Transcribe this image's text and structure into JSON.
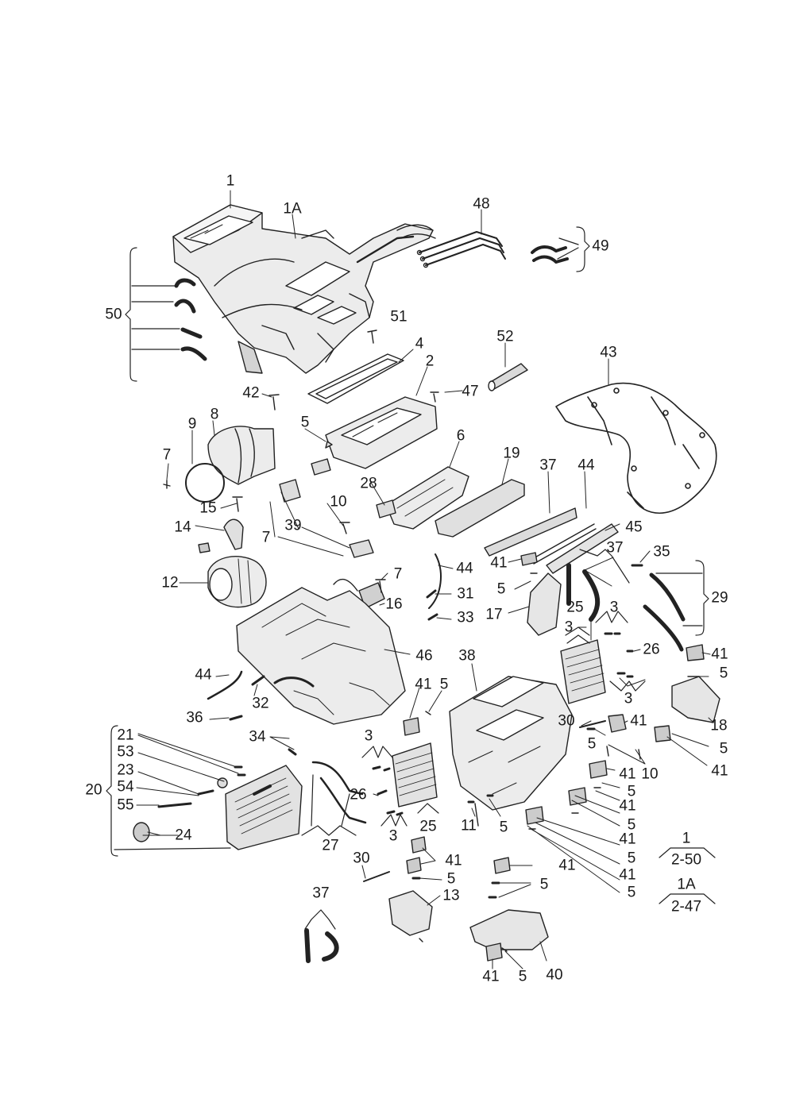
{
  "colors": {
    "line": "#222222",
    "part_fill": "#ececec",
    "part_dark": "#b9b9b9",
    "background": "#ffffff"
  },
  "callouts": [
    {
      "id": "c1",
      "text": "1"
    },
    {
      "id": "c1a",
      "text": "1A"
    },
    {
      "id": "c48",
      "text": "48"
    },
    {
      "id": "c49",
      "text": "49"
    },
    {
      "id": "c50",
      "text": "50"
    },
    {
      "id": "c51",
      "text": "51"
    },
    {
      "id": "c4",
      "text": "4"
    },
    {
      "id": "c52",
      "text": "52"
    },
    {
      "id": "c2",
      "text": "2"
    },
    {
      "id": "c43",
      "text": "43"
    },
    {
      "id": "c47",
      "text": "47"
    },
    {
      "id": "c42",
      "text": "42"
    },
    {
      "id": "c8",
      "text": "8"
    },
    {
      "id": "c9",
      "text": "9"
    },
    {
      "id": "c5a",
      "text": "5"
    },
    {
      "id": "c6",
      "text": "6"
    },
    {
      "id": "c7a",
      "text": "7"
    },
    {
      "id": "c28",
      "text": "28"
    },
    {
      "id": "c19",
      "text": "19"
    },
    {
      "id": "c37a",
      "text": "37"
    },
    {
      "id": "c44a",
      "text": "44"
    },
    {
      "id": "c15",
      "text": "15"
    },
    {
      "id": "c10a",
      "text": "10"
    },
    {
      "id": "c45",
      "text": "45"
    },
    {
      "id": "c14",
      "text": "14"
    },
    {
      "id": "c39",
      "text": "39"
    },
    {
      "id": "c7b",
      "text": "7"
    },
    {
      "id": "c37b",
      "text": "37"
    },
    {
      "id": "c35",
      "text": "35"
    },
    {
      "id": "c41a",
      "text": "41"
    },
    {
      "id": "c44b",
      "text": "44"
    },
    {
      "id": "c12",
      "text": "12"
    },
    {
      "id": "c7c",
      "text": "7"
    },
    {
      "id": "c5b",
      "text": "5"
    },
    {
      "id": "c29",
      "text": "29"
    },
    {
      "id": "c16",
      "text": "16"
    },
    {
      "id": "c31",
      "text": "31"
    },
    {
      "id": "c33",
      "text": "33"
    },
    {
      "id": "c17",
      "text": "17"
    },
    {
      "id": "c25a",
      "text": "25"
    },
    {
      "id": "c3a",
      "text": "3"
    },
    {
      "id": "c3b",
      "text": "3"
    },
    {
      "id": "c46",
      "text": "46"
    },
    {
      "id": "c38",
      "text": "38"
    },
    {
      "id": "c26a",
      "text": "26"
    },
    {
      "id": "c41b",
      "text": "41"
    },
    {
      "id": "c5c",
      "text": "5"
    },
    {
      "id": "c44c",
      "text": "44"
    },
    {
      "id": "c41c",
      "text": "41"
    },
    {
      "id": "c5d",
      "text": "5"
    },
    {
      "id": "c3c",
      "text": "3"
    },
    {
      "id": "c32",
      "text": "32"
    },
    {
      "id": "c18",
      "text": "18"
    },
    {
      "id": "c36",
      "text": "36"
    },
    {
      "id": "c30a",
      "text": "30"
    },
    {
      "id": "c41d",
      "text": "41"
    },
    {
      "id": "c5e",
      "text": "5"
    },
    {
      "id": "c5f",
      "text": "5"
    },
    {
      "id": "c21",
      "text": "21"
    },
    {
      "id": "c34",
      "text": "34"
    },
    {
      "id": "c3d",
      "text": "3"
    },
    {
      "id": "c10b",
      "text": "10"
    },
    {
      "id": "c41e",
      "text": "41"
    },
    {
      "id": "c53",
      "text": "53"
    },
    {
      "id": "c41f",
      "text": "41"
    },
    {
      "id": "c23",
      "text": "23"
    },
    {
      "id": "c20",
      "text": "20"
    },
    {
      "id": "c54",
      "text": "54"
    },
    {
      "id": "c5g",
      "text": "5"
    },
    {
      "id": "c26b",
      "text": "26"
    },
    {
      "id": "c41g",
      "text": "41"
    },
    {
      "id": "c55",
      "text": "55"
    },
    {
      "id": "c5h",
      "text": "5"
    },
    {
      "id": "c11",
      "text": "11"
    },
    {
      "id": "c5i",
      "text": "5"
    },
    {
      "id": "c41h",
      "text": "41"
    },
    {
      "id": "c24",
      "text": "24"
    },
    {
      "id": "c3e",
      "text": "3"
    },
    {
      "id": "c25b",
      "text": "25"
    },
    {
      "id": "c27",
      "text": "27"
    },
    {
      "id": "c5j",
      "text": "5"
    },
    {
      "id": "c41i",
      "text": "41"
    },
    {
      "id": "c30b",
      "text": "30"
    },
    {
      "id": "c41j",
      "text": "41"
    },
    {
      "id": "c41k",
      "text": "41"
    },
    {
      "id": "c5k",
      "text": "5"
    },
    {
      "id": "c5l",
      "text": "5"
    },
    {
      "id": "c5m",
      "text": "5"
    },
    {
      "id": "c13",
      "text": "13"
    },
    {
      "id": "c37c",
      "text": "37"
    },
    {
      "id": "c40",
      "text": "40"
    },
    {
      "id": "c41l",
      "text": "41"
    },
    {
      "id": "c5n",
      "text": "5"
    },
    {
      "id": "c41m",
      "text": "41"
    }
  ],
  "references": [
    {
      "part": "1",
      "range": "2-50"
    },
    {
      "part": "1A",
      "range": "2-47"
    }
  ]
}
